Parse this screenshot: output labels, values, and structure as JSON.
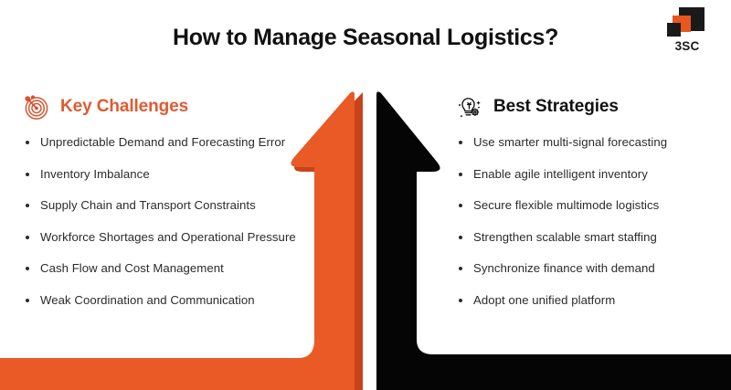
{
  "header": {
    "title": "How to Manage Seasonal Logistics?"
  },
  "logo": {
    "text": "3SC",
    "icon_name": "3sc-nested-squares-logo",
    "colors": {
      "dark": "#1a1a1a",
      "orange": "#e8571f"
    }
  },
  "columns": {
    "challenges": {
      "heading": "Key Challenges",
      "icon_name": "target-dartboard-icon",
      "accent_color": "#e05a32",
      "items": [
        "Unpredictable Demand and Forecasting Error",
        "Inventory Imbalance",
        "Supply Chain and Transport Constraints",
        "Workforce Shortages and Operational Pressure",
        "Cash Flow and Cost Management",
        "Weak Coordination and Communication"
      ]
    },
    "strategies": {
      "heading": "Best Strategies",
      "icon_name": "lightbulb-gear-idea-icon",
      "accent_color": "#111111",
      "items": [
        "Use smarter multi-signal forecasting",
        "Enable agile intelligent inventory",
        "Secure flexible multimode logistics",
        "Strengthen scalable smart staffing",
        "Synchronize finance with demand",
        "Adopt one unified platform"
      ]
    }
  },
  "graphic": {
    "left_arrow_name": "orange-upward-arrow",
    "right_arrow_name": "black-upward-arrow",
    "orange": "#ea5a26",
    "orange_shadow": "#c9431a",
    "black": "#050505"
  }
}
